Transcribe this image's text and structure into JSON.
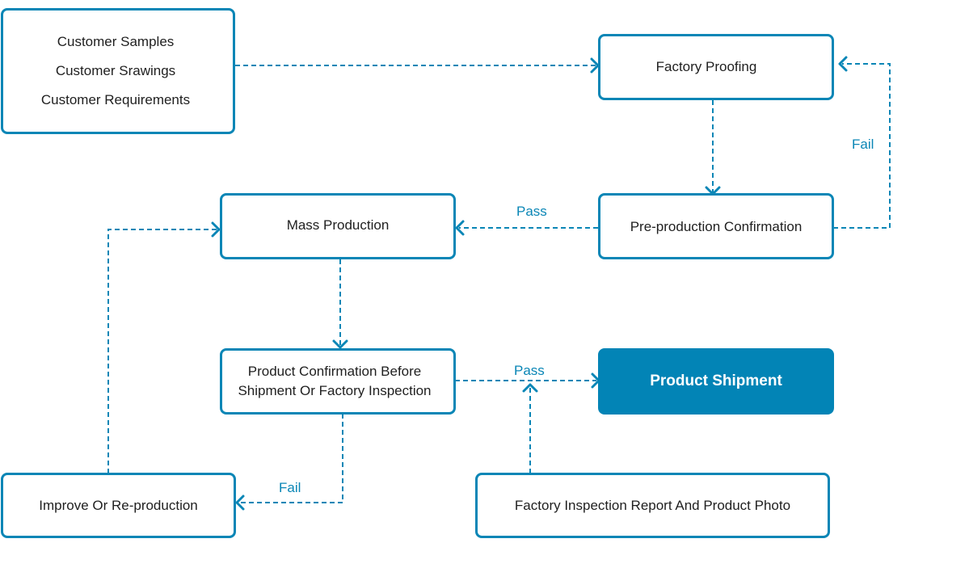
{
  "colors": {
    "accent": "#0a86b6",
    "filled_box": "#0284b6",
    "text": "#1f1f1f"
  },
  "nodes": {
    "customer_inputs": {
      "lines": [
        "Customer Samples",
        "Customer Srawings",
        "Customer Requirements"
      ]
    },
    "factory_proofing": {
      "label": "Factory Proofing"
    },
    "preproduction_confirmation": {
      "label": "Pre-production Confirmation"
    },
    "mass_production": {
      "label": "Mass Production"
    },
    "product_confirmation": {
      "lines": [
        "Product Confirmation Before",
        "Shipment Or Factory Inspection"
      ]
    },
    "product_shipment": {
      "label": "Product Shipment"
    },
    "improve_reproduction": {
      "label": "Improve Or Re-production"
    },
    "inspection_report": {
      "label": "Factory Inspection Report And Product Photo"
    }
  },
  "edge_labels": {
    "fail_top": "Fail",
    "pass_mid": "Pass",
    "pass_low": "Pass",
    "fail_low": "Fail"
  }
}
